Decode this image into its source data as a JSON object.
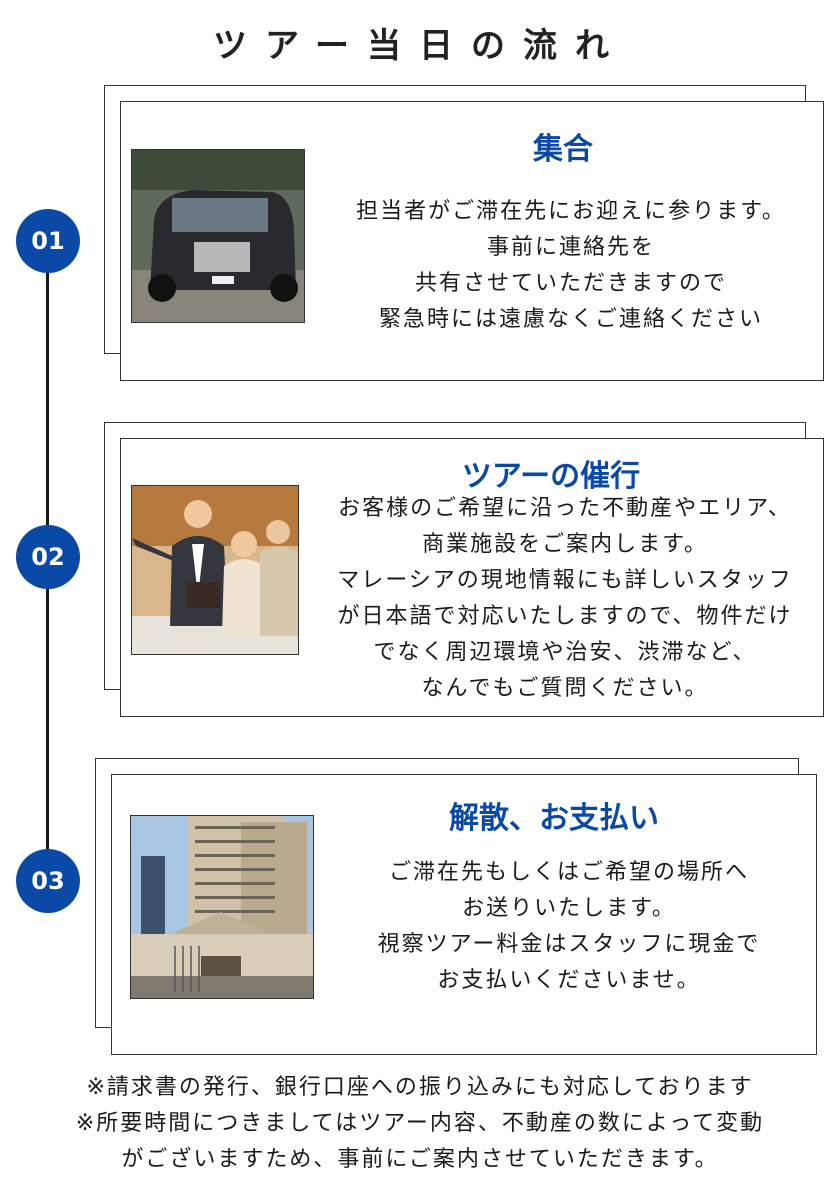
{
  "page": {
    "title": "ツアー当日の流れ"
  },
  "steps": [
    {
      "number": "01",
      "heading": "集合",
      "photo_icon": "van-photo",
      "lines": [
        "担当者がご滞在先にお迎えに参ります。",
        "事前に連絡先を",
        "共有させていただきますので",
        "緊急時には遠慮なくご連絡ください"
      ]
    },
    {
      "number": "02",
      "heading": "ツアーの催行",
      "photo_icon": "agent-with-couple-photo",
      "lines": [
        "お客様のご希望に沿った不動産やエリア、",
        "商業施設をご案内します。",
        "マレーシアの現地情報にも詳しいスタッフ",
        "が日本語で対応いたしますので、物件だけ",
        "でなく周辺環境や治安、渋滞など、",
        "なんでもご質問ください。"
      ]
    },
    {
      "number": "03",
      "heading": "解散、お支払い",
      "photo_icon": "hotel-building-photo",
      "lines": [
        "ご滞在先もしくはご希望の場所へ",
        "お送りいたします。",
        "視察ツアー料金はスタッフに現金で",
        "お支払いくださいませ。"
      ]
    }
  ],
  "footnotes": [
    "※請求書の発行、銀行口座への振り込みにも対応しております",
    "※所要時間につきましてはツアー内容、不動産の数によって変動",
    "がございますため、事前にご案内させていただきます。"
  ],
  "colors": {
    "accent": "#0a4aa6",
    "text": "#1a1a1a",
    "border": "#333333"
  }
}
